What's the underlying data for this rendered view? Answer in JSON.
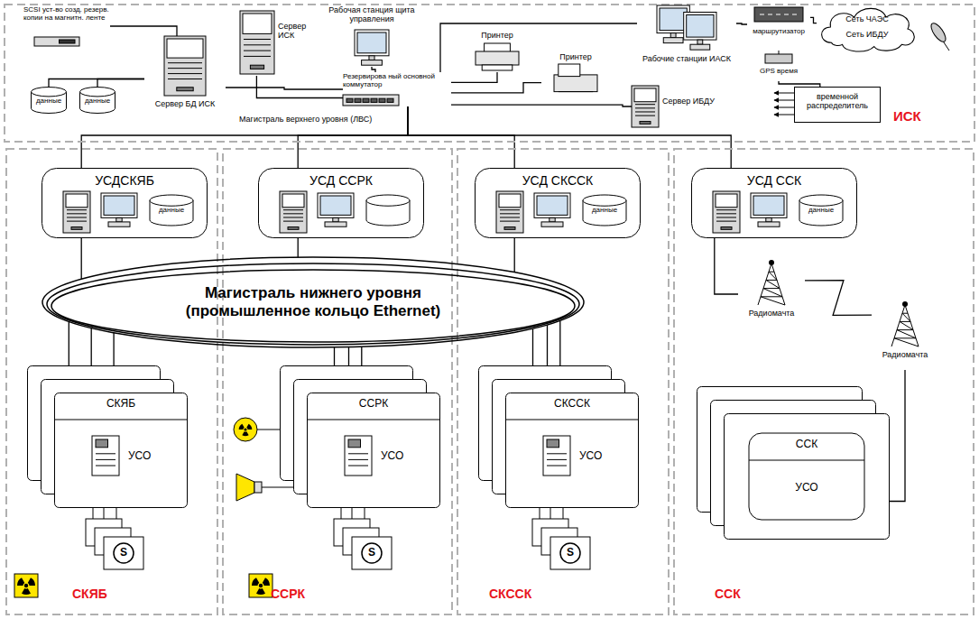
{
  "diagram": {
    "nodes": [
      {
        "text": [
          "ИСК"
        ]
      },
      {
        "text": [
          "СКЯБ"
        ]
      },
      {
        "text": [
          "ССРК"
        ]
      },
      {
        "text": [
          "СКССК"
        ]
      },
      {
        "text": [
          "ССК"
        ]
      },
      {
        "text": [
          "SCSI уст-во созд. резерв. копии на магнитн. ленте"
        ],
        "in": 0
      },
      {
        "text": [
          "данные"
        ],
        "in": 0
      },
      {
        "text": [
          "данные"
        ],
        "in": 0
      },
      {
        "text": [
          "Сервер БД ИСК"
        ],
        "in": 0
      },
      {
        "text": [
          "Сервер ИСК"
        ],
        "in": 0
      },
      {
        "text": [
          "Рабочая станция щита управления"
        ],
        "in": 0
      },
      {
        "text": [
          "Резервирова ный основной коммутатор"
        ],
        "in": 0
      },
      {
        "text": [
          "Принтер"
        ],
        "in": 0
      },
      {
        "text": [
          "Принтер"
        ],
        "in": 0
      },
      {
        "text": [
          "Рабочие станции ИАСК"
        ],
        "in": 0
      },
      {
        "text": [
          "Сервер ИБДУ"
        ],
        "in": 0
      },
      {
        "text": [
          "маршрутизатор"
        ],
        "in": 0
      },
      {
        "text": [
          "Сеть ЧАЭС",
          "Сеть ИБДУ"
        ],
        "in": 0
      },
      {
        "text": [
          "GPS время"
        ],
        "in": 0
      },
      {
        "text": [
          "временной распределитель"
        ],
        "in": 0
      },
      {
        "text": [
          "УСДСКЯБ",
          "данные"
        ],
        "in": 1
      },
      {
        "text": [
          "УСД ССРК"
        ],
        "in": 2
      },
      {
        "text": [
          "УСД СКССК",
          "данные"
        ],
        "in": 3
      },
      {
        "text": [
          "УСД ССК",
          "данные"
        ],
        "in": 4
      },
      {
        "text": [
          "Магистраль нижнего уровня (промышленное кольцо Ethernet)"
        ]
      },
      {
        "text": [
          "СКЯБ",
          "УСО"
        ],
        "in": 1
      },
      {
        "text": [
          "ССРК",
          "УСО"
        ],
        "in": 2
      },
      {
        "text": [
          "СКССК",
          "УСО"
        ],
        "in": 3
      },
      {
        "text": [
          "ССК",
          "УСО"
        ],
        "in": 4
      },
      {
        "text": [
          "Радиомачта"
        ],
        "in": 4
      },
      {
        "text": [
          "Радиомачта"
        ],
        "in": 4
      }
    ],
    "edges": [
      {
        "from": 5,
        "to": 8,
        "arrow": "none"
      },
      {
        "from": 6,
        "to": 8,
        "arrow": "none"
      },
      {
        "from": 7,
        "to": 8,
        "arrow": "none"
      },
      {
        "from": 8,
        "to": 11,
        "arrow": "none"
      },
      {
        "from": 9,
        "to": 11,
        "arrow": "none"
      },
      {
        "from": 10,
        "to": 11,
        "arrow": "none"
      },
      {
        "from": 11,
        "to": 12,
        "arrow": "none"
      },
      {
        "from": 11,
        "to": 13,
        "arrow": "none"
      },
      {
        "from": 11,
        "to": 14,
        "arrow": "none"
      },
      {
        "from": 11,
        "to": 15,
        "arrow": "none"
      },
      {
        "from": 14,
        "to": 16,
        "arrow": "none"
      },
      {
        "from": 16,
        "to": 17,
        "arrow": "none"
      },
      {
        "from": 18,
        "to": 19,
        "arrow": "none"
      },
      {
        "from": 11,
        "to": 20,
        "arrow": "none"
      },
      {
        "from": 11,
        "to": 21,
        "arrow": "none"
      },
      {
        "from": 11,
        "to": 22,
        "arrow": "none"
      },
      {
        "from": 11,
        "to": 23,
        "arrow": "none"
      },
      {
        "from": 20,
        "to": 24,
        "arrow": "none"
      },
      {
        "from": 21,
        "to": 24,
        "arrow": "none"
      },
      {
        "from": 22,
        "to": 24,
        "arrow": "none"
      },
      {
        "from": 24,
        "to": 25,
        "arrow": "none"
      },
      {
        "from": 24,
        "to": 25,
        "arrow": "none"
      },
      {
        "from": 24,
        "to": 25,
        "arrow": "none"
      },
      {
        "from": 24,
        "to": 26,
        "arrow": "none"
      },
      {
        "from": 24,
        "to": 26,
        "arrow": "none"
      },
      {
        "from": 24,
        "to": 26,
        "arrow": "none"
      },
      {
        "from": 24,
        "to": 27,
        "arrow": "none"
      },
      {
        "from": 24,
        "to": 27,
        "arrow": "none"
      },
      {
        "from": 24,
        "to": 27,
        "arrow": "none"
      },
      {
        "from": 23,
        "to": 29,
        "arrow": "none"
      },
      {
        "from": 29,
        "to": 30,
        "arrow": "none"
      },
      {
        "from": 30,
        "to": 28,
        "arrow": "none"
      }
    ],
    "labels": [
      "Магистраль верхнего уровня (ЛВС)",
      "S",
      "S",
      "S"
    ]
  }
}
